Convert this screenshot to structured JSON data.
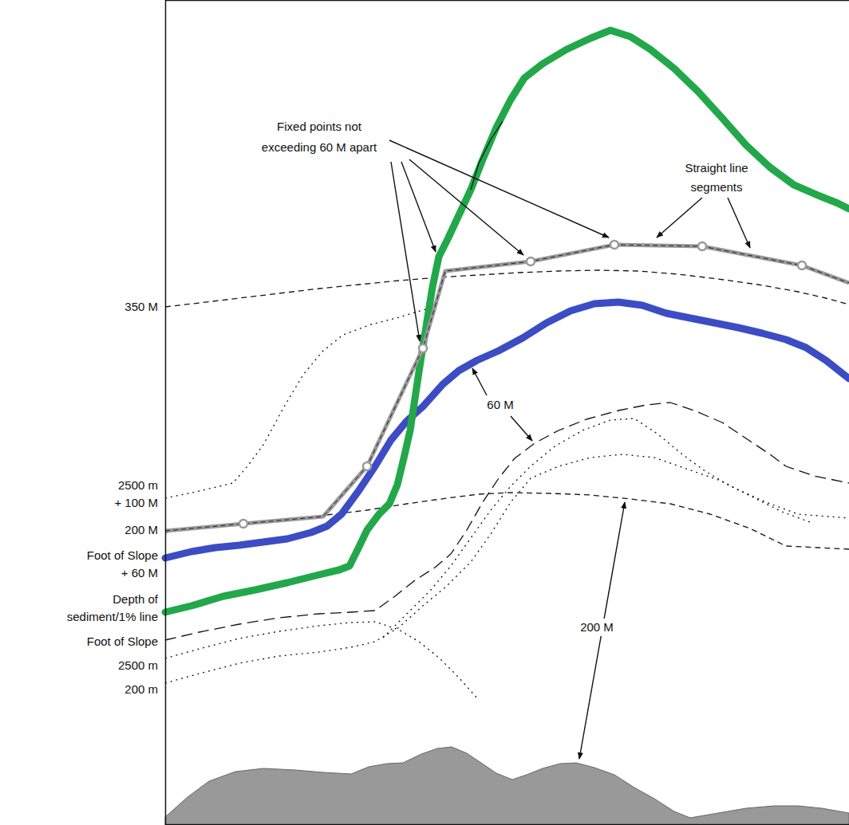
{
  "diagram": {
    "labels": [
      "350 M",
      "2500 m + 100 M",
      "200 M",
      "Foot of Slope + 60 M",
      "Depth of sediment/1% line",
      "Foot of Slope",
      "2500 m",
      "200 m",
      "Fixed points not exceeding 60 M apart",
      "Straight line segments",
      "60 M",
      "200 M"
    ]
  }
}
